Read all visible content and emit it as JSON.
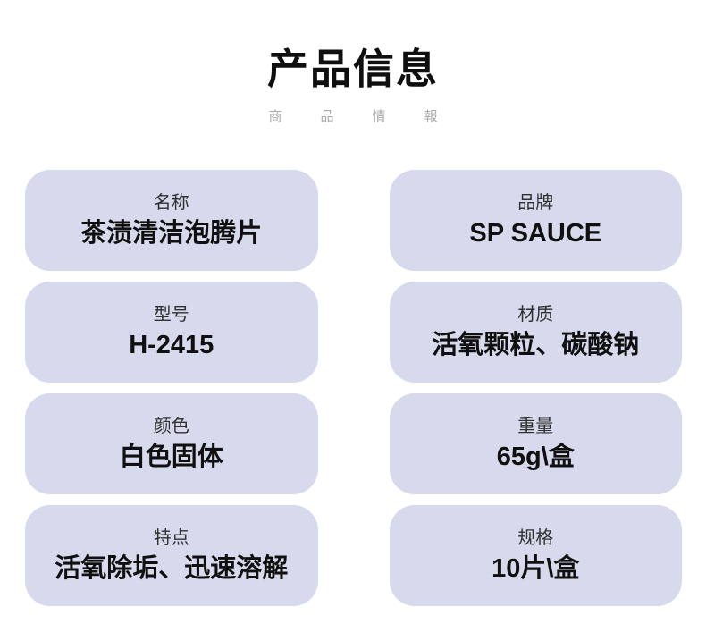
{
  "header": {
    "title": "产品信息",
    "subtitle": "商品情報"
  },
  "colors": {
    "card_bg": "#d6daec",
    "title_color": "#0f0f0f",
    "subtitle_color": "#a9a9a9",
    "label_color": "#303030",
    "value_color": "#101010"
  },
  "cards": [
    {
      "label": "名称",
      "value": "茶渍清洁泡腾片"
    },
    {
      "label": "品牌",
      "value": "SP SAUCE"
    },
    {
      "label": "型号",
      "value": "H-2415"
    },
    {
      "label": "材质",
      "value": "活氧颗粒、碳酸钠"
    },
    {
      "label": "颜色",
      "value": "白色固体"
    },
    {
      "label": "重量",
      "value": "65g\\盒"
    },
    {
      "label": "特点",
      "value": "活氧除垢、迅速溶解"
    },
    {
      "label": "规格",
      "value": "10片\\盒"
    }
  ]
}
